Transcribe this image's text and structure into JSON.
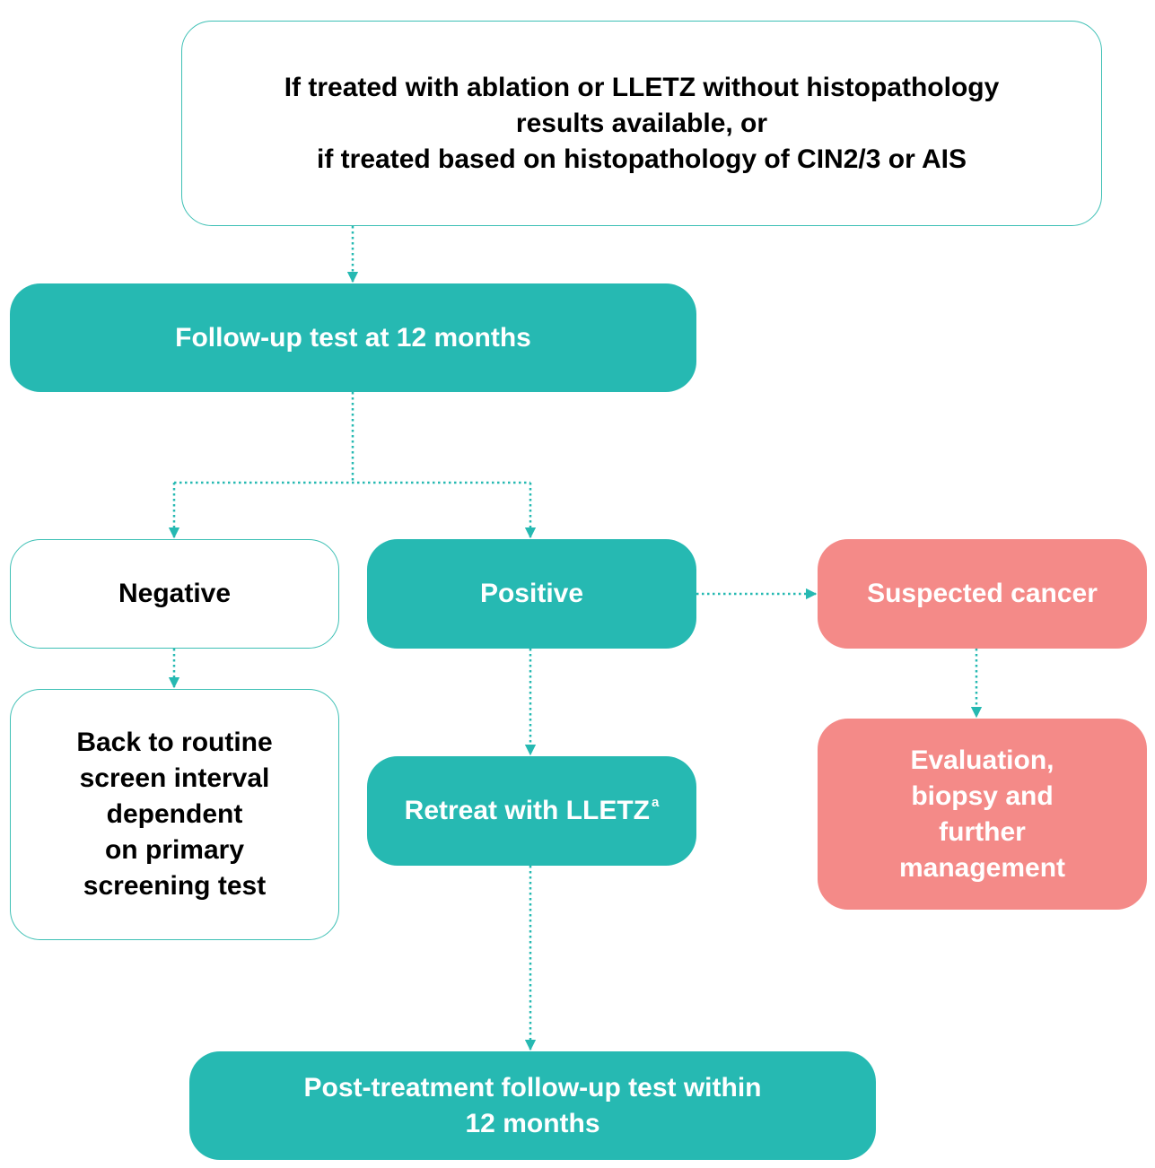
{
  "colors": {
    "teal": "#26b9b2",
    "coral": "#f48a88",
    "outline": "#3ec0b5",
    "connector": "#26b9b2"
  },
  "nodes": {
    "start": {
      "lines": [
        "If treated with ablation or LLETZ without histopathology",
        "results available, or",
        "if treated based on histopathology of CIN2/3 or AIS"
      ]
    },
    "followup": {
      "label": "Follow-up test at 12 months"
    },
    "negative": {
      "label": "Negative"
    },
    "positive": {
      "label": "Positive"
    },
    "suspected": {
      "label": "Suspected cancer"
    },
    "routine": {
      "lines": [
        "Back to routine",
        "screen interval",
        "dependent",
        "on primary",
        "screening test"
      ]
    },
    "retreat": {
      "label": "Retreat with LLETZ",
      "note": "a"
    },
    "evaluation": {
      "lines": [
        "Evaluation,",
        "biopsy and",
        "further",
        "management"
      ]
    },
    "posttreatment": {
      "lines": [
        "Post-treatment follow-up test within",
        "12 months"
      ]
    }
  }
}
